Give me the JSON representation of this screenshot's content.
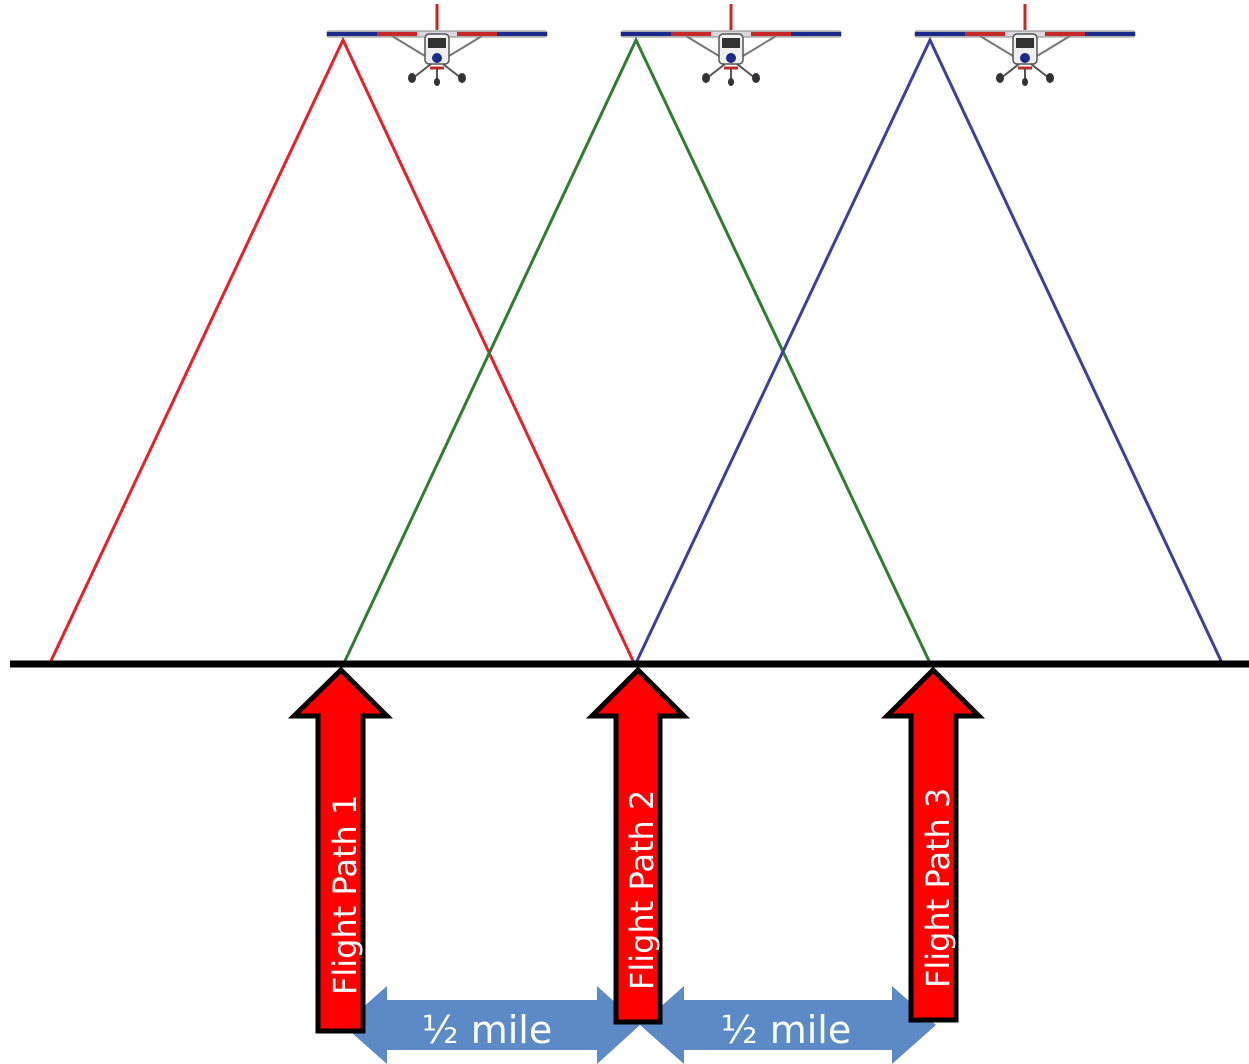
{
  "diagram": {
    "flight_paths": [
      {
        "label": "Flight Path 1",
        "line_color": "#e8202a"
      },
      {
        "label": "Flight Path 2",
        "line_color": "#2e7d32"
      },
      {
        "label": "Flight Path 3",
        "line_color": "#3c3f9e"
      }
    ],
    "spacings": [
      {
        "label": "½ mile"
      },
      {
        "label": "½ mile"
      }
    ],
    "icons": [
      "airplane-icon",
      "up-arrow-icon",
      "double-arrow-icon"
    ],
    "colors": {
      "ground": "#000000",
      "arrow_fill": "#ff0000",
      "arrow_outline": "#000000",
      "spacing_arrow": "#5b8ac6"
    }
  }
}
